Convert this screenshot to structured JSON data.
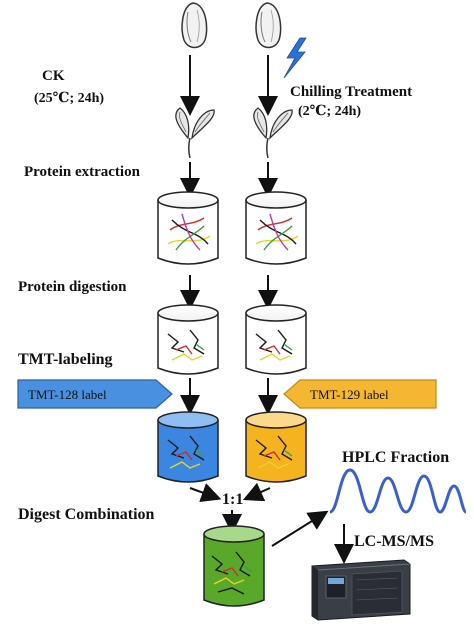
{
  "labels": {
    "ck": "CK",
    "ck_condition": "(25℃; 24h)",
    "chilling": "Chilling  Treatment",
    "chilling_condition": "(2℃; 24h)",
    "protein_extraction": "Protein extraction",
    "protein_digestion": "Protein digestion",
    "tmt_labeling": "TMT-labeling",
    "tmt128": "TMT-128 label",
    "tmt129": "TMT-129 label",
    "ratio": "1:1",
    "digest_combination": "Digest Combination",
    "hplc": "HPLC Fraction",
    "lcms": "LC-MS/MS"
  },
  "colors": {
    "tmt128_fill": "#4a90e0",
    "tmt129_fill": "#f5b731",
    "blue_tube": "#3a86e0",
    "orange_tube": "#f5b320",
    "green_tube": "#5aa82a",
    "wave": "#3a5fd0",
    "bolt": "#2c6fd6"
  },
  "icons": [
    "seed-icon",
    "lightning-icon",
    "seedling-icon",
    "beaker-icon",
    "label-tag-icon",
    "chromatogram-wave-icon",
    "mass-spectrometer-icon"
  ]
}
